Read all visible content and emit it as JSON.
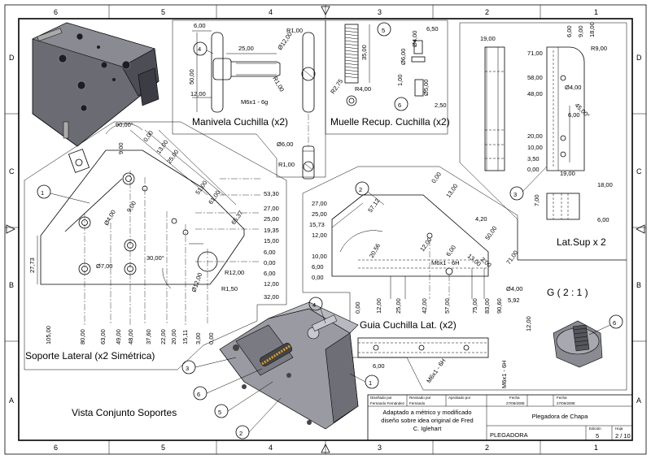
{
  "sheet": {
    "columns": [
      "6",
      "5",
      "4",
      "3",
      "2",
      "1"
    ],
    "rows": [
      "D",
      "C",
      "B",
      "A"
    ]
  },
  "views": {
    "soporte_lateral": {
      "title": "Soporte Lateral (x2 Simétrica)",
      "angle_top": "90,00°",
      "angle_30": "30,00°",
      "dims_top": [
        "9,00",
        "0,00",
        "13,00",
        "25,00",
        "51,00",
        "61,00",
        "65,37"
      ],
      "dims_right": [
        "53,30",
        "27,00",
        "25,00",
        "19,35",
        "15,00",
        "6,00",
        "0,00",
        "6,00",
        "12,00",
        "32,00"
      ],
      "dims_bottom": [
        "105,00",
        "80,00",
        "63,00",
        "49,00",
        "48,00",
        "37,60",
        "22,00",
        "20,00",
        "15,11",
        "3,00",
        "0,00"
      ],
      "dims_misc": [
        "27,73",
        "Ø4,00",
        "9,00",
        "Ø7,00",
        "R12,00",
        "R1,50",
        "Ø12,00"
      ],
      "balloon": "1"
    },
    "manivela": {
      "title": "Manivela Cuchilla (x2)",
      "balloon": "4",
      "dims": [
        "6,00",
        "25,00",
        "R1,00",
        "Ø12,00",
        "50,00",
        "12,00",
        "R1,00",
        "M6x1 - 6g",
        "Ø6,00",
        "R1,00"
      ]
    },
    "muelle": {
      "title": "Muelle Recup. Cuchilla (x2)",
      "balloon_spring": "5",
      "balloon_pin": "6",
      "dims": [
        "35,00",
        "Ø6,00",
        "Ø4,00",
        "6,50",
        "R2,75",
        "R4,00",
        "1,00",
        "Ø5,00",
        "2,50"
      ]
    },
    "lateral_sup": {
      "title": "Lat.Sup x 2",
      "balloon": "3",
      "dims_left": [
        "71,00",
        "58,00",
        "48,00",
        "20,00",
        "10,00",
        "3,50",
        "0,00"
      ],
      "dims_top": [
        "19,00",
        "6,00",
        "9,00",
        "18,00",
        "R9,00"
      ],
      "dims_misc": [
        "Ø4,00",
        "45,00°",
        "6,00"
      ],
      "dims_bottom": [
        "19,00",
        "18,00",
        "7,00",
        "6,00"
      ]
    },
    "guia": {
      "title": "Guia Cuchilla Lat. (x2)",
      "balloon": "2",
      "dims_left": [
        "27,00",
        "25,00",
        "15,73",
        "12,00",
        "10,00",
        "6,00",
        "0,00"
      ],
      "dims_top": [
        "57,12",
        "0,00",
        "13,00",
        "4,20",
        "50,00",
        "71,00"
      ],
      "dims_bottom": [
        "0,00",
        "12,00",
        "25,00",
        "42,00",
        "57,00",
        "75,00",
        "83,00",
        "90,60",
        "5,92"
      ],
      "dims_misc": [
        "20,56",
        "12,00",
        "M6x1 - 6H",
        "6,00",
        "Ø4,00",
        "13,00",
        "3,00"
      ],
      "bottom_view": [
        "6,00",
        "M6x1 - 6H",
        "M6x1 - 6H",
        "12,00"
      ]
    },
    "detail": {
      "title": "G ( 2 : 1 )",
      "balloon": "6"
    },
    "assembly": {
      "title": "Vista Conjunto Soportes",
      "balloons": [
        "4",
        "3",
        "6",
        "5",
        "2",
        "1"
      ]
    }
  },
  "title_block": {
    "lbl_designed": "Diseñado por",
    "designed_by": "Fernando Fernández",
    "lbl_reviewed": "Revisado por",
    "reviewed_by": "Fernando",
    "lbl_approved": "Aprobado por",
    "lbl_date": "Fecha",
    "date1": "27/06/2008",
    "lbl_date2": "Fecha",
    "date2": "27/06/2008",
    "description": [
      "Adaptado a métrico y modificado",
      "diseño sobre idea original de Fred",
      "C. Iglehart"
    ],
    "project": "Plegadora de Chapa",
    "part": "PLEGADORA",
    "lbl_edition": "Edición",
    "edition": "5",
    "lbl_sheet": "Hoja",
    "sheet": "2 / 10"
  }
}
